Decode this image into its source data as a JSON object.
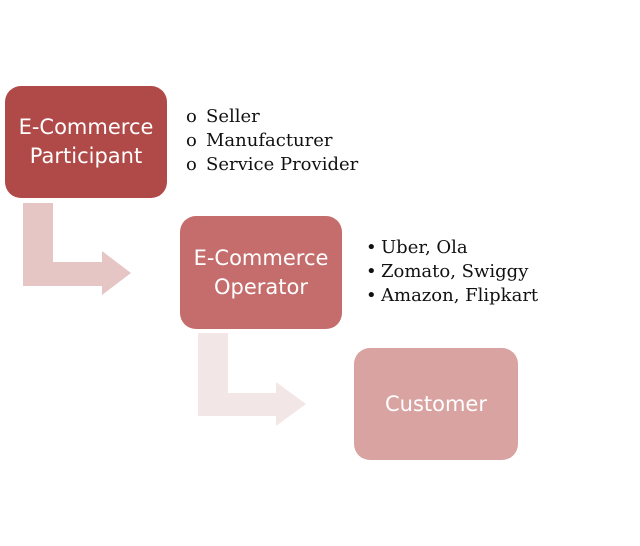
{
  "boxes": {
    "participant": "E-Commerce\nParticipant",
    "operator": "E-Commerce\nOperator",
    "customer": "Customer"
  },
  "participant_list": {
    "marker": "o",
    "items": [
      "Seller",
      "Manufacturer",
      "Service Provider"
    ]
  },
  "operator_list": {
    "marker": "•",
    "items": [
      "Uber, Ola",
      "Zomato, Swiggy",
      "Amazon, Flipkart"
    ]
  },
  "colors": {
    "participant_box": "#b04a48",
    "operator_box": "#c46d6c",
    "customer_box": "#d9a3a2",
    "arrow_1": "#e6c5c5",
    "arrow_2": "#f3e6e6"
  }
}
